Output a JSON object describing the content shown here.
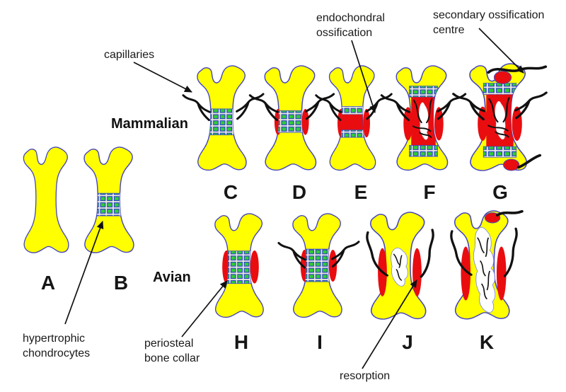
{
  "figure": {
    "background": "#FFFFFF",
    "row_labels": {
      "mammalian": "Mammalian",
      "avian": "Avian"
    },
    "annotations": {
      "capillaries": "capillaries",
      "endochondral_line1": "endochondral",
      "endochondral_line2": "ossification",
      "secondary_line1": "secondary ossification",
      "secondary_line2": "centre",
      "hypertrophic_line1": "hypertrophic",
      "hypertrophic_line2": "chondrocytes",
      "periosteal_line1": "periosteal",
      "periosteal_line2": "bone collar",
      "resorption": "resorption"
    },
    "stage_letters": [
      "A",
      "B",
      "C",
      "D",
      "E",
      "F",
      "G",
      "H",
      "I",
      "J",
      "K"
    ],
    "colors": {
      "cartilage_yellow": "#FFFF00",
      "outline_blue": "#4444BE",
      "hypertrophic_chondrocyte_green": "#2FCC33",
      "ossification_red": "#E90D10",
      "capillary_black": "#111111",
      "resorption_white": "#FFFFFF"
    }
  }
}
